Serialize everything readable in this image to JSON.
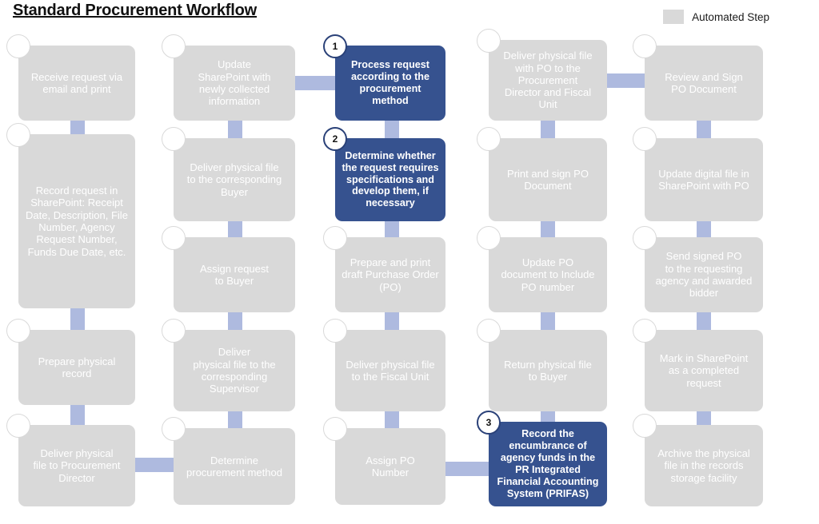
{
  "header": {
    "title": "Standard Procurement Workflow",
    "legend": {
      "swatch_color": "#d9d9d9",
      "label": "Automated Step"
    }
  },
  "theme": {
    "automated_step_color": "#d9d9d9",
    "manual_step_color": "#36528f",
    "connector_color": "#aebadf",
    "node_text_color": "#ffffff",
    "title_color": "#111111"
  },
  "columns": [
    {
      "name": "column-1",
      "nodes": [
        {
          "id": "c1n1",
          "label": "Receive request via\nemail and print",
          "type": "automated",
          "badge": ""
        },
        {
          "id": "c1n2",
          "label": "Record request in\nSharePoint: Receipt\nDate, Description, File\nNumber, Agency\nRequest Number,\nFunds Due Date, etc.",
          "type": "automated",
          "badge": ""
        },
        {
          "id": "c1n3",
          "label": "Prepare physical\nrecord",
          "type": "automated",
          "badge": ""
        },
        {
          "id": "c1n4",
          "label": "Deliver physical\nfile to Procurement\nDirector",
          "type": "automated",
          "badge": ""
        }
      ]
    },
    {
      "name": "column-2",
      "nodes": [
        {
          "id": "c2n1",
          "label": "Update\nSharePoint with\nnewly collected\ninformation",
          "type": "automated",
          "badge": ""
        },
        {
          "id": "c2n2",
          "label": "Deliver physical file\nto the corresponding\nBuyer",
          "type": "automated",
          "badge": ""
        },
        {
          "id": "c2n3",
          "label": "Assign request\nto Buyer",
          "type": "automated",
          "badge": ""
        },
        {
          "id": "c2n4",
          "label": "Deliver\nphysical file to the\ncorresponding\nSupervisor",
          "type": "automated",
          "badge": ""
        },
        {
          "id": "c2n5",
          "label": "Determine\nprocurement method",
          "type": "automated",
          "badge": ""
        }
      ]
    },
    {
      "name": "column-3",
      "nodes": [
        {
          "id": "c3n1",
          "label": "Process request\naccording to the\nprocurement method",
          "type": "manual",
          "badge": "1"
        },
        {
          "id": "c3n2",
          "label": "Determine whether\nthe request requires\nspecifications and\ndevelop them, if\nnecessary",
          "type": "manual",
          "badge": "2"
        },
        {
          "id": "c3n3",
          "label": "Prepare and print\ndraft Purchase Order\n(PO)",
          "type": "automated",
          "badge": ""
        },
        {
          "id": "c3n4",
          "label": "Deliver physical file\nto the Fiscal Unit",
          "type": "automated",
          "badge": ""
        },
        {
          "id": "c3n5",
          "label": "Assign PO\nNumber",
          "type": "automated",
          "badge": ""
        }
      ]
    },
    {
      "name": "column-4",
      "nodes": [
        {
          "id": "c4n1",
          "label": "Deliver physical file\nwith PO to the\nProcurement\nDirector and Fiscal\nUnit",
          "type": "automated",
          "badge": ""
        },
        {
          "id": "c4n2",
          "label": "Print and sign PO\nDocument",
          "type": "automated",
          "badge": ""
        },
        {
          "id": "c4n3",
          "label": "Update PO\ndocument to Include\nPO number",
          "type": "automated",
          "badge": ""
        },
        {
          "id": "c4n4",
          "label": "Return physical file\nto Buyer",
          "type": "automated",
          "badge": ""
        },
        {
          "id": "c4n5",
          "label": "Record the\nencumbrance of\nagency funds in the\nPR Integrated\nFinancial Accounting\nSystem (PRIFAS)",
          "type": "manual",
          "badge": "3"
        }
      ]
    },
    {
      "name": "column-5",
      "nodes": [
        {
          "id": "c5n1",
          "label": "Review and Sign\nPO Document",
          "type": "automated",
          "badge": ""
        },
        {
          "id": "c5n2",
          "label": "Update digital file  in\nSharePoint with PO",
          "type": "automated",
          "badge": ""
        },
        {
          "id": "c5n3",
          "label": "Send signed PO\nto the requesting\nagency and awarded\nbidder",
          "type": "automated",
          "badge": ""
        },
        {
          "id": "c5n4",
          "label": "Mark in SharePoint\nas a completed\nrequest",
          "type": "automated",
          "badge": ""
        },
        {
          "id": "c5n5",
          "label": "Archive the physical\nfile in the records\nstorage facility",
          "type": "automated",
          "badge": ""
        }
      ]
    }
  ],
  "layout": {
    "node_geometry": {
      "c1n1": [
        23,
        57,
        146,
        94
      ],
      "c1n2": [
        23,
        168,
        146,
        218
      ],
      "c1n3": [
        23,
        413,
        146,
        94
      ],
      "c1n4": [
        23,
        532,
        146,
        102
      ],
      "c2n1": [
        217,
        57,
        152,
        94
      ],
      "c2n2": [
        217,
        173,
        152,
        104
      ],
      "c2n3": [
        217,
        297,
        152,
        94
      ],
      "c2n4": [
        217,
        413,
        152,
        102
      ],
      "c2n5": [
        217,
        536,
        152,
        96
      ],
      "c3n1": [
        419,
        57,
        138,
        94
      ],
      "c3n2": [
        419,
        173,
        138,
        104
      ],
      "c3n3": [
        419,
        297,
        138,
        94
      ],
      "c3n4": [
        419,
        413,
        138,
        102
      ],
      "c3n5": [
        419,
        536,
        138,
        96
      ],
      "c4n1": [
        611,
        50,
        148,
        101
      ],
      "c4n2": [
        611,
        173,
        148,
        104
      ],
      "c4n3": [
        611,
        297,
        148,
        94
      ],
      "c4n4": [
        611,
        413,
        148,
        102
      ],
      "c4n5": [
        611,
        528,
        148,
        106
      ],
      "c5n1": [
        806,
        57,
        148,
        94
      ],
      "c5n2": [
        806,
        173,
        148,
        104
      ],
      "c5n3": [
        806,
        297,
        148,
        94
      ],
      "c5n4": [
        806,
        413,
        148,
        102
      ],
      "c5n5": [
        806,
        532,
        148,
        102
      ]
    },
    "connectors": [
      [
        88,
        148,
        18,
        24
      ],
      [
        88,
        384,
        18,
        32
      ],
      [
        88,
        504,
        18,
        30
      ],
      [
        169,
        573,
        50,
        18
      ],
      [
        285,
        148,
        18,
        28
      ],
      [
        285,
        274,
        18,
        26
      ],
      [
        285,
        388,
        18,
        28
      ],
      [
        285,
        512,
        18,
        26
      ],
      [
        369,
        95,
        52,
        18
      ],
      [
        481,
        148,
        18,
        28
      ],
      [
        481,
        274,
        18,
        26
      ],
      [
        481,
        388,
        18,
        28
      ],
      [
        481,
        512,
        18,
        26
      ],
      [
        556,
        578,
        56,
        18
      ],
      [
        676,
        148,
        18,
        28
      ],
      [
        676,
        274,
        18,
        26
      ],
      [
        676,
        676,
        0,
        0
      ],
      [
        676,
        388,
        18,
        28
      ],
      [
        676,
        505,
        18,
        26
      ],
      [
        757,
        92,
        52,
        18
      ],
      [
        871,
        148,
        18,
        28
      ],
      [
        871,
        274,
        18,
        26
      ],
      [
        871,
        388,
        18,
        28
      ],
      [
        871,
        508,
        18,
        26
      ]
    ]
  }
}
